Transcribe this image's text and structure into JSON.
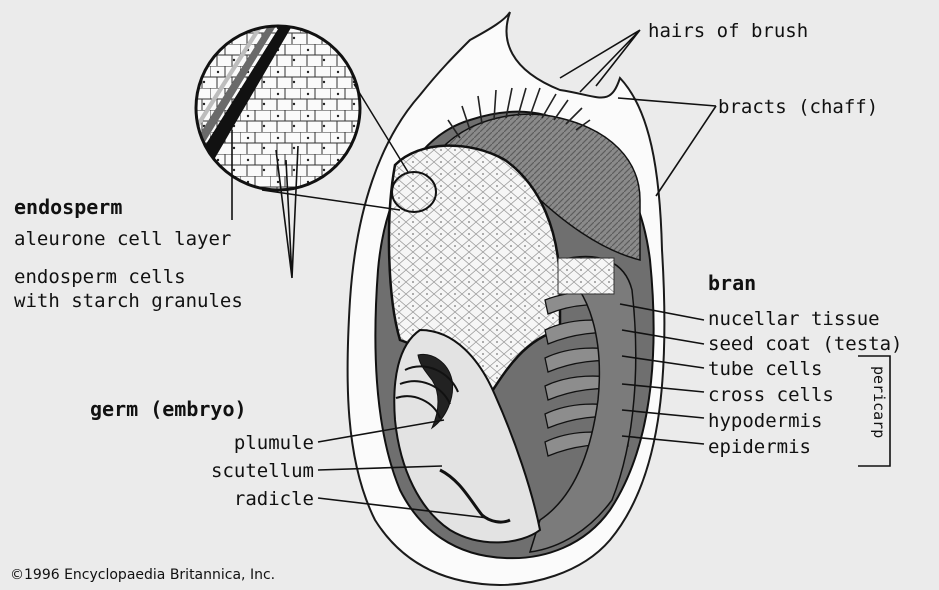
{
  "labels": {
    "hairs_of_brush": "hairs of brush",
    "bracts": "bracts (chaff)",
    "endosperm": "endosperm",
    "aleurone": "aleurone cell layer",
    "endosperm_cells_1": "endosperm cells",
    "endosperm_cells_2": "with starch granules",
    "bran": "bran",
    "nucellar": "nucellar tissue",
    "seed_coat": "seed coat (testa)",
    "tube_cells": "tube cells",
    "cross_cells": "cross cells",
    "hypodermis": "hypodermis",
    "epidermis": "epidermis",
    "pericarp": "pericarp",
    "germ": "germ (embryo)",
    "plumule": "plumule",
    "scutellum": "scutellum",
    "radicle": "radicle"
  },
  "copyright": "©1996 Encyclopaedia Britannica, Inc."
}
